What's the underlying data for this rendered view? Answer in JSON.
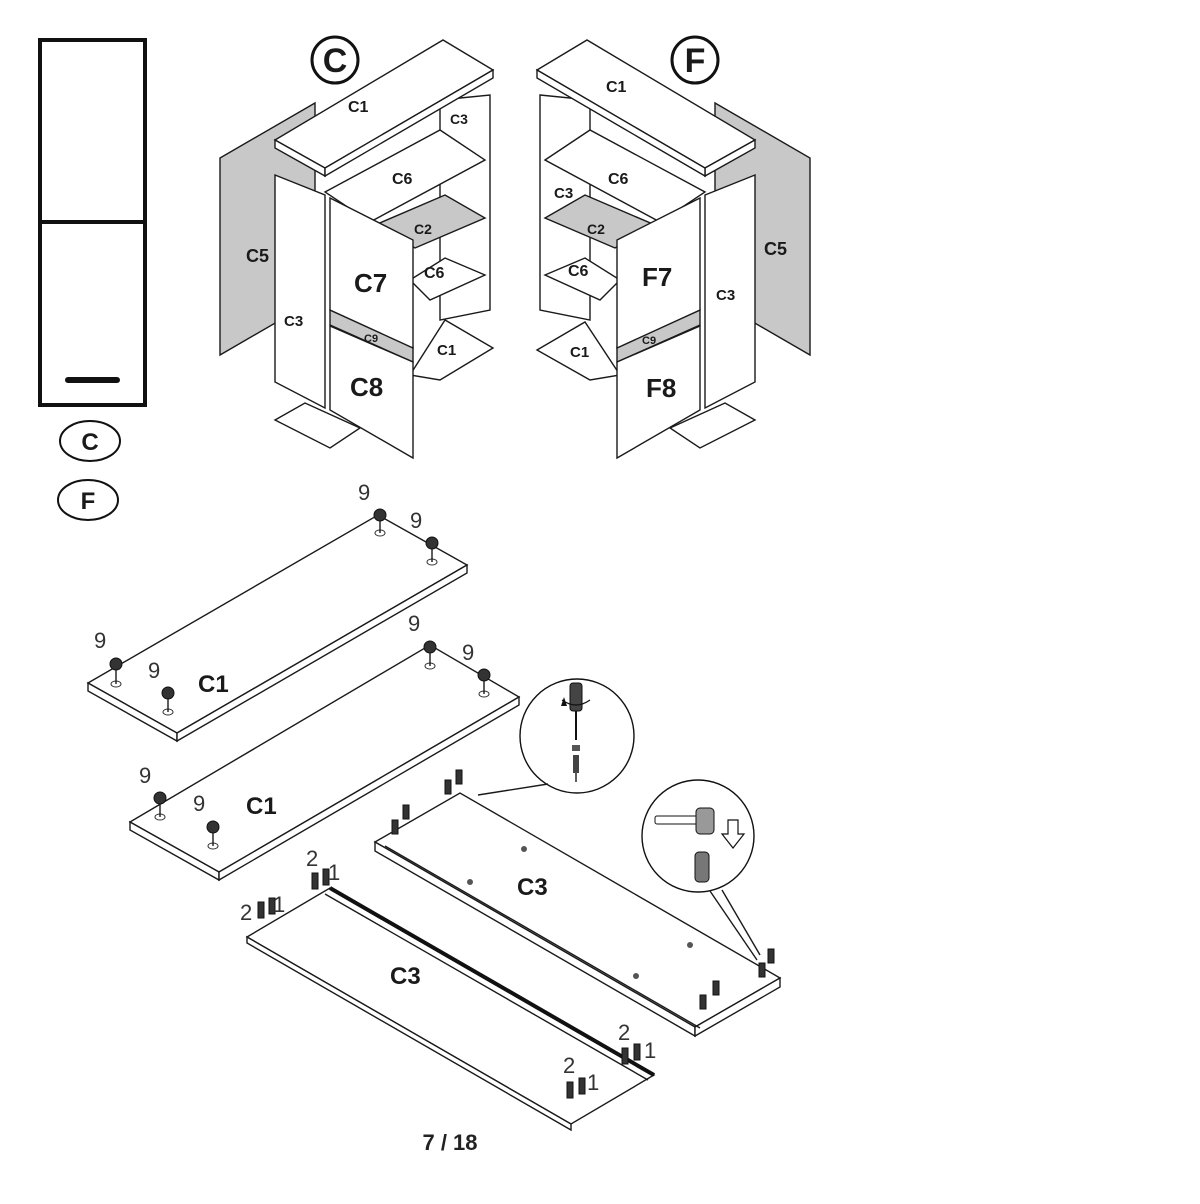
{
  "page": {
    "number": "7 / 18"
  },
  "variants": {
    "left": "C",
    "right": "F"
  },
  "thumb": {
    "badge_c": "C",
    "badge_f": "F"
  },
  "cabinet_c": {
    "badge": "C",
    "labels": {
      "top": "C1",
      "back_side": "C5",
      "side": "C3",
      "inner_side": "C3",
      "shelf_upper": "C6",
      "shelf_gray": "C2",
      "shelf_lower": "C6",
      "bottom": "C1",
      "rail": "C9",
      "door_upper": "C7",
      "door_lower": "C8"
    }
  },
  "cabinet_f": {
    "badge": "F",
    "labels": {
      "top": "C1",
      "back_side": "C5",
      "side": "C3",
      "inner_side": "C3",
      "shelf_upper": "C6",
      "shelf_gray": "C2",
      "shelf_lower": "C6",
      "bottom": "C1",
      "rail": "C9",
      "door_upper": "F7",
      "door_lower": "F8"
    }
  },
  "parts": {
    "board_top": {
      "label": "C1",
      "callouts": [
        "9",
        "9",
        "9",
        "9"
      ]
    },
    "board_mid": {
      "label": "C1",
      "callouts": [
        "9",
        "9",
        "9",
        "9"
      ]
    },
    "board_right": {
      "label": "C3"
    },
    "board_bottom": {
      "label": "C3",
      "callouts": [
        "2",
        "1",
        "2",
        "1",
        "2",
        "1",
        "2",
        "1"
      ]
    }
  },
  "colors": {
    "line": "#1a1a1a",
    "panel_gray": "#c8c8c8",
    "background": "#ffffff"
  }
}
